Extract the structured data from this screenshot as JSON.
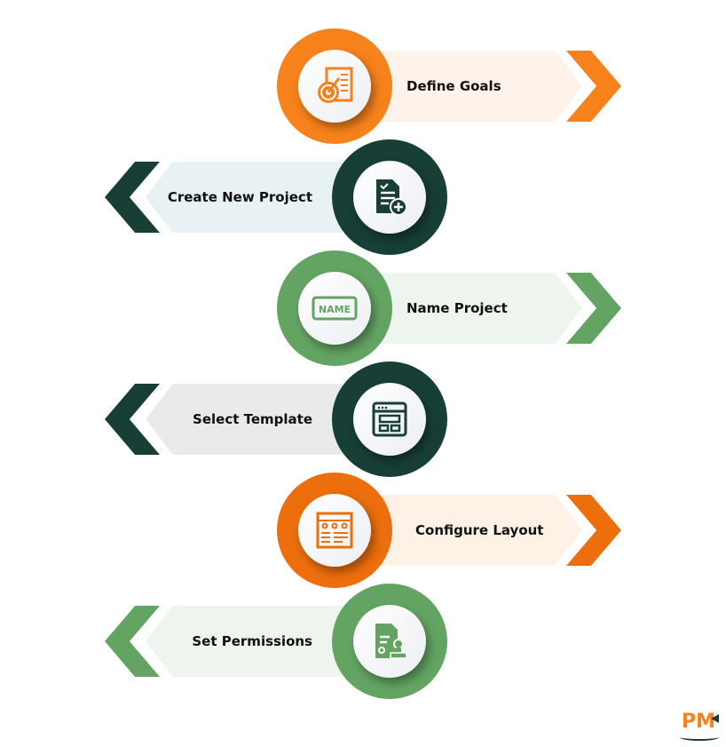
{
  "colors": {
    "orange": "#F7821B",
    "dark_green": "#173F35",
    "green": "#63A463",
    "dark_orange": "#EC6E0C"
  },
  "steps": [
    {
      "label": "Define Goals",
      "icon": "goal-target-icon"
    },
    {
      "label": "Create New Project",
      "icon": "add-document-icon"
    },
    {
      "label": "Name Project",
      "icon": "name-tag-icon"
    },
    {
      "label": "Select Template",
      "icon": "template-window-icon"
    },
    {
      "label": "Configure Layout",
      "icon": "layout-grid-icon"
    },
    {
      "label": "Set Permissions",
      "icon": "stamp-document-icon"
    }
  ],
  "logo": {
    "text": "PM"
  }
}
